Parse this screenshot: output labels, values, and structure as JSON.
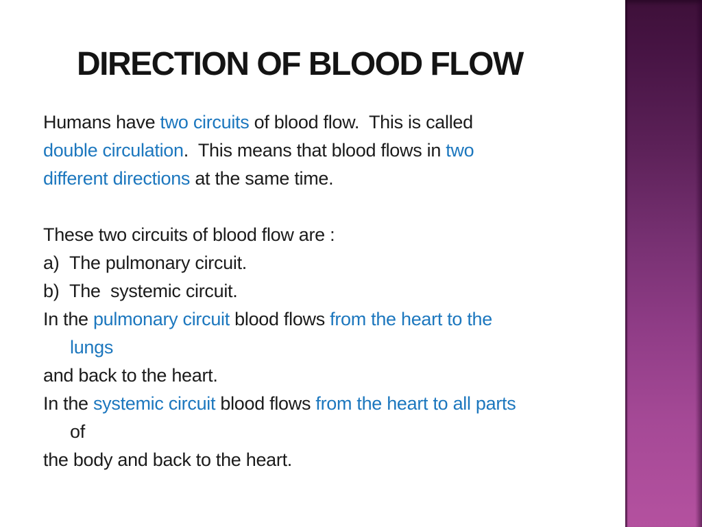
{
  "slide": {
    "title": "DIRECTION OF BLOOD FLOW",
    "colors": {
      "accent_blue": "#1C77BE",
      "body_text": "#1B1B1B",
      "stripe_gradient_top": "#3E1039",
      "stripe_gradient_bottom": "#B4519F",
      "background": "#FFFFFF"
    },
    "body_lines": [
      {
        "segments": [
          {
            "t": "Humans have ",
            "c": "text"
          },
          {
            "t": "two circuits",
            "c": "blue"
          },
          {
            "t": " of blood flow.  This is called",
            "c": "text"
          }
        ]
      },
      {
        "segments": [
          {
            "t": "double circulation",
            "c": "blue"
          },
          {
            "t": ".  This means that blood flows in ",
            "c": "text"
          },
          {
            "t": "two",
            "c": "blue"
          }
        ]
      },
      {
        "segments": [
          {
            "t": "different directions",
            "c": "blue"
          },
          {
            "t": " at the same time.",
            "c": "text"
          }
        ]
      },
      {
        "segments": []
      },
      {
        "segments": [
          {
            "t": "These two circuits of blood flow are :",
            "c": "text"
          }
        ]
      },
      {
        "marker": "a)",
        "segments": [
          {
            "t": "The pulmonary circuit.",
            "c": "text"
          }
        ]
      },
      {
        "marker": "b)",
        "segments": [
          {
            "t": "The  systemic circuit.",
            "c": "text"
          }
        ]
      },
      {
        "segments": [
          {
            "t": "In the ",
            "c": "text"
          },
          {
            "t": "pulmonary circuit",
            "c": "blue"
          },
          {
            "t": " blood flows ",
            "c": "text"
          },
          {
            "t": "from the heart to the",
            "c": "blue"
          }
        ]
      },
      {
        "indent": true,
        "segments": [
          {
            "t": "lungs",
            "c": "blue"
          }
        ]
      },
      {
        "segments": [
          {
            "t": "and back to the heart.",
            "c": "text"
          }
        ]
      },
      {
        "segments": [
          {
            "t": "In the ",
            "c": "text"
          },
          {
            "t": "systemic circuit",
            "c": "blue"
          },
          {
            "t": " blood flows ",
            "c": "text"
          },
          {
            "t": "from the heart to all parts",
            "c": "blue"
          }
        ]
      },
      {
        "indent": true,
        "segments": [
          {
            "t": "of",
            "c": "text"
          }
        ]
      },
      {
        "segments": [
          {
            "t": "the body and back to the heart.",
            "c": "text"
          }
        ]
      }
    ]
  }
}
